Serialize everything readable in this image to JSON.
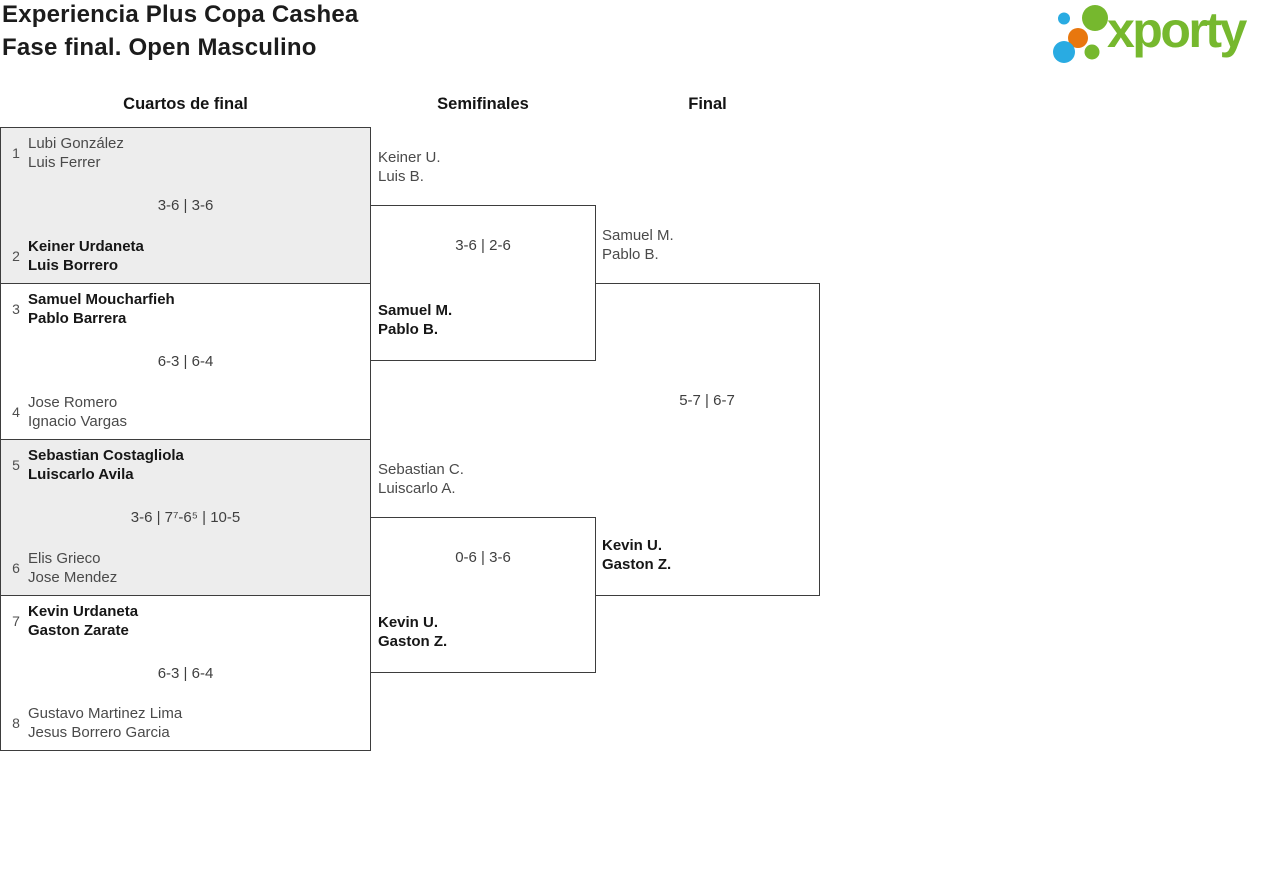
{
  "header": {
    "title_line1": "Experiencia Plus Copa Cashea",
    "title_line2": "Fase final. Open Masculino",
    "brand": "xporty"
  },
  "rounds": [
    {
      "label": "Cuartos de final"
    },
    {
      "label": "Semifinales"
    },
    {
      "label": "Final"
    }
  ],
  "colors": {
    "brand_green": "#76b82e",
    "brand_blue": "#29abe2",
    "brand_orange": "#e8770e",
    "box_shade": "#ededed",
    "box_border": "#3d3d3d",
    "winner_text": "#161616",
    "loser_text": "#4a4a4a"
  },
  "bracket": {
    "quarterfinals": [
      {
        "seed_top": "1",
        "top": [
          "Lubi González",
          "Luis Ferrer"
        ],
        "score": "3-6 | 3-6",
        "seed_bottom": "2",
        "bottom": [
          "Keiner Urdaneta",
          "Luis Borrero"
        ],
        "winner": "bottom"
      },
      {
        "seed_top": "3",
        "top": [
          "Samuel Moucharfieh",
          "Pablo Barrera"
        ],
        "score": "6-3 | 6-4",
        "seed_bottom": "4",
        "bottom": [
          "Jose Romero",
          "Ignacio Vargas"
        ],
        "winner": "top"
      },
      {
        "seed_top": "5",
        "top": [
          "Sebastian Costagliola",
          "Luiscarlo Avila"
        ],
        "score": "3-6 | 7⁷-6⁵ | 10-5",
        "seed_bottom": "6",
        "bottom": [
          "Elis Grieco",
          "Jose Mendez"
        ],
        "winner": "top"
      },
      {
        "seed_top": "7",
        "top": [
          "Kevin Urdaneta",
          "Gaston Zarate"
        ],
        "score": "6-3 | 6-4",
        "seed_bottom": "8",
        "bottom": [
          "Gustavo Martinez Lima",
          "Jesus Borrero Garcia"
        ],
        "winner": "top"
      }
    ],
    "semifinals": [
      {
        "top": [
          "Keiner U.",
          "Luis B."
        ],
        "score": "3-6 | 2-6",
        "bottom": [
          "Samuel M.",
          "Pablo B."
        ],
        "winner": "bottom"
      },
      {
        "top": [
          "Sebastian C.",
          "Luiscarlo A."
        ],
        "score": "0-6 | 3-6",
        "bottom": [
          "Kevin U.",
          "Gaston Z."
        ],
        "winner": "bottom"
      }
    ],
    "final": {
      "top": [
        "Samuel M.",
        "Pablo B."
      ],
      "score": "5-7 | 6-7",
      "bottom": [
        "Kevin U.",
        "Gaston Z."
      ],
      "winner": "bottom"
    }
  }
}
